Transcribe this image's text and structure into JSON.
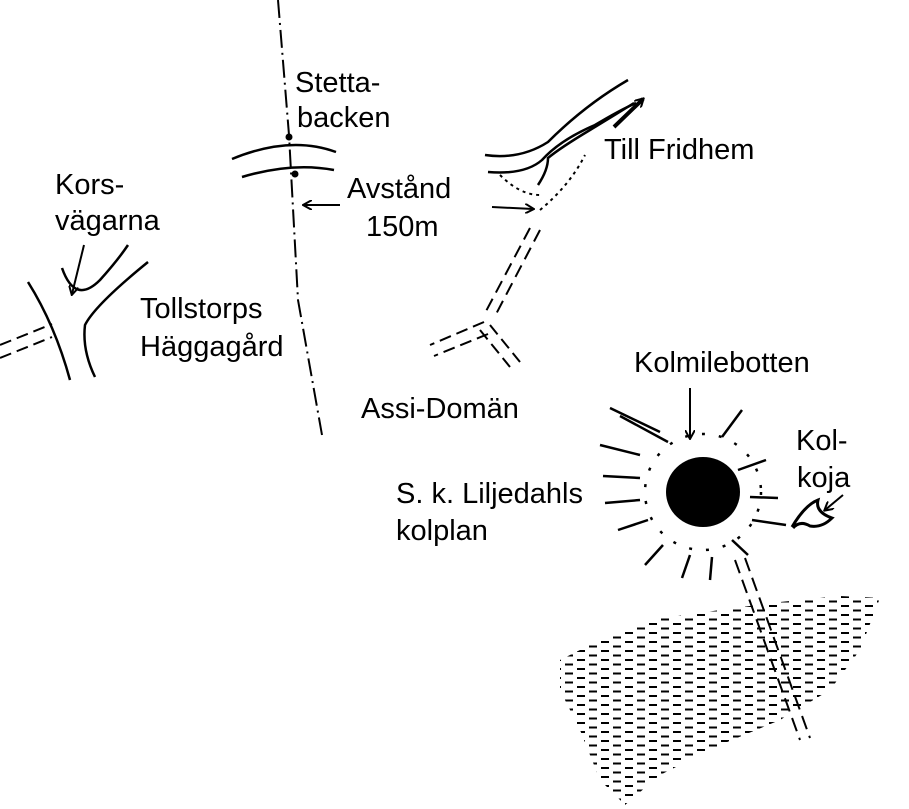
{
  "labels": {
    "stettabacken_l1": "Stetta-",
    "stettabacken_l2": "backen",
    "korsvagarna_l1": "Kors-",
    "korsvagarna_l2": "vägarna",
    "tollstorps_l1": "Tollstorps",
    "tollstorps_l2": "Häggagård",
    "avstand_l1": "Avstånd",
    "avstand_l2": "150m",
    "till_fridhem": "Till Fridhem",
    "assi_doman": "Assi-Domän",
    "kolmilebotten": "Kolmilebotten",
    "kolkoja_l1": "Kol-",
    "kolkoja_l2": "koja",
    "liljedahls_l1": "S. k. Liljedahls",
    "liljedahls_l2": "kolplan"
  },
  "colors": {
    "ink": "#000000",
    "paper": "#ffffff"
  }
}
